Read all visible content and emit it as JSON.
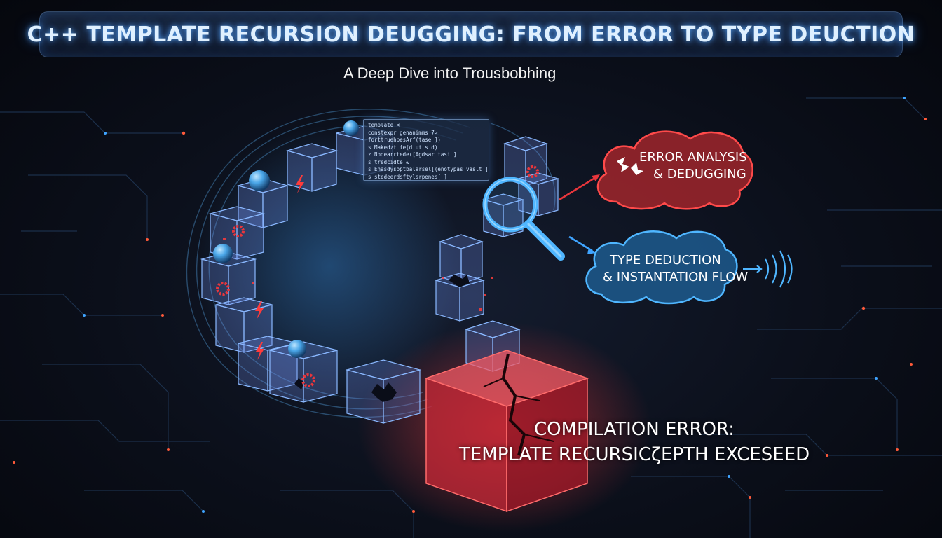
{
  "header": {
    "title": "C++ TEMPLATE RECURSION DEUGGING: FROM ERROR TO TYPE DEUCTION",
    "subtitle": "A Deep Dive into Trousbobhing"
  },
  "code_panel": {
    "lines": [
      "template <",
      "  constexpr genanimms  7>",
      "  forttruehpesArf(tase ])",
      "  s  Makedzt fe(d ut s d)",
      "  z  Nodearrtede([Agdsar tasi ]",
      "  s  tredcidte &",
      "  s  Enasdysoptbalarsel[(enotypas vaslt ]",
      "  s  stedeerdsftylsrpenes[ ]"
    ]
  },
  "nodes": {
    "error_analysis": {
      "line1": "ERROR ANALYSIS",
      "line2": "& DEDUGGING"
    },
    "type_deduction": {
      "line1": "TYPE DEDUCTION",
      "line2": "& INSTANTATION FLOW"
    }
  },
  "error_block": {
    "line1": "COMPILATION ERROR:",
    "line2": "TEMPLATE RECURSICζEPTH EXCESEED"
  },
  "colors": {
    "accent_blue": "#3fa4ff",
    "error_red": "#e8363c",
    "cloud_red": "#a3262c",
    "cloud_blue": "#1d5b8e",
    "background": "#0b0f1a"
  },
  "icons": [
    "magnifier-icon",
    "gear-icon",
    "lightning-icon",
    "crack-icon",
    "sphere-icon",
    "arrow-icon",
    "signal-waves-icon"
  ]
}
